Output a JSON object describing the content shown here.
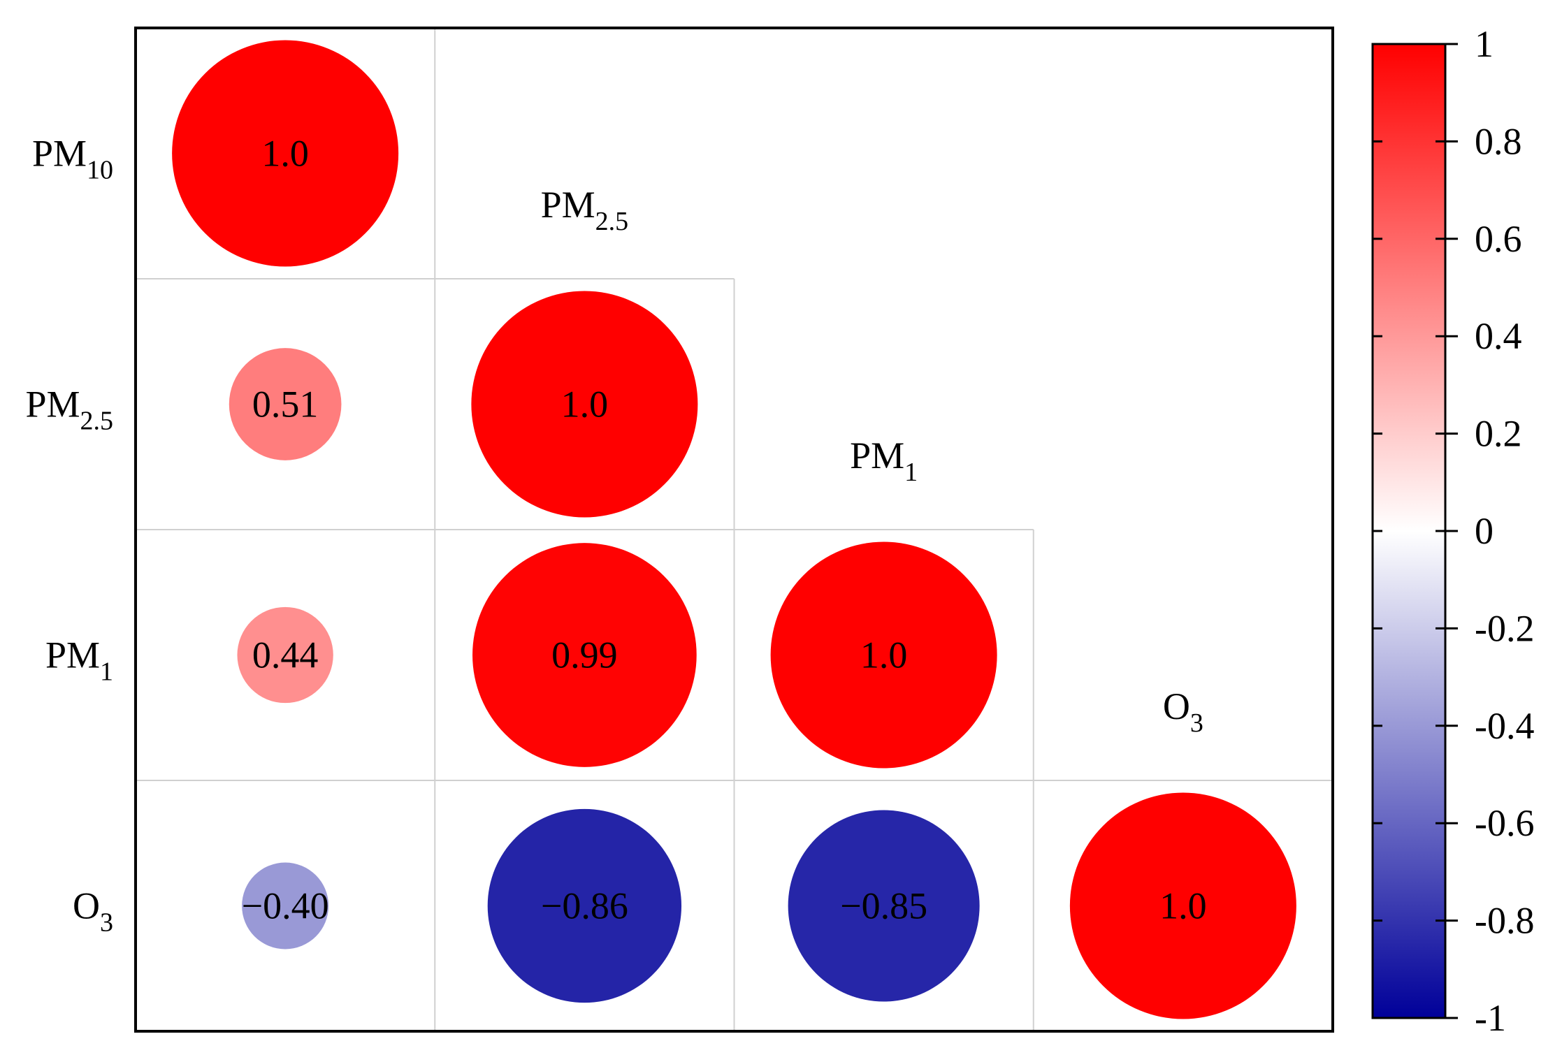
{
  "chart_data": {
    "type": "heatmap",
    "variables": [
      {
        "base": "PM",
        "sub": "10"
      },
      {
        "base": "PM",
        "sub": "2.5"
      },
      {
        "base": "PM",
        "sub": "1"
      },
      {
        "base": "O",
        "sub": "3"
      }
    ],
    "cells": [
      {
        "row": 0,
        "col": 0,
        "value": 1.0,
        "label": "1.0"
      },
      {
        "row": 1,
        "col": 0,
        "value": 0.51,
        "label": "0.51"
      },
      {
        "row": 1,
        "col": 1,
        "value": 1.0,
        "label": "1.0"
      },
      {
        "row": 2,
        "col": 0,
        "value": 0.44,
        "label": "0.44"
      },
      {
        "row": 2,
        "col": 1,
        "value": 0.99,
        "label": "0.99"
      },
      {
        "row": 2,
        "col": 2,
        "value": 1.0,
        "label": "1.0"
      },
      {
        "row": 3,
        "col": 0,
        "value": -0.4,
        "label": "−0.40"
      },
      {
        "row": 3,
        "col": 1,
        "value": -0.86,
        "label": "−0.86"
      },
      {
        "row": 3,
        "col": 2,
        "value": -0.85,
        "label": "−0.85"
      },
      {
        "row": 3,
        "col": 3,
        "value": 1.0,
        "label": "1.0"
      }
    ],
    "colorbar": {
      "range": [
        -1,
        1
      ],
      "ticks": [
        {
          "value": 1,
          "label": "1"
        },
        {
          "value": 0.8,
          "label": "0.8"
        },
        {
          "value": 0.6,
          "label": "0.6"
        },
        {
          "value": 0.4,
          "label": "0.4"
        },
        {
          "value": 0.2,
          "label": "0.2"
        },
        {
          "value": 0,
          "label": "0"
        },
        {
          "value": -0.2,
          "label": "-0.2"
        },
        {
          "value": -0.4,
          "label": "-0.4"
        },
        {
          "value": -0.6,
          "label": "-0.6"
        },
        {
          "value": -0.8,
          "label": "-0.8"
        },
        {
          "value": -1,
          "label": "-1"
        }
      ],
      "colors": {
        "positive": "#ff0000",
        "zero": "#ffffff",
        "negative": "#000099"
      }
    }
  }
}
